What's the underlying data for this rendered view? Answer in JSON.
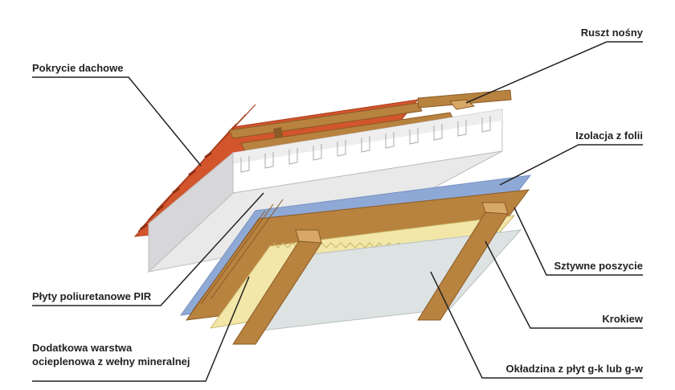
{
  "labels": {
    "ruszt": "Ruszt nośny",
    "pokrycie": "Pokrycie dachowe",
    "izolacja": "Izolacja z folii",
    "poszycie": "Sztywne poszycie",
    "pir": "Płyty poliuretanowe PIR",
    "krokiew": "Krokiew",
    "dodatkowa_line1": "Dodatkowa warstwa",
    "dodatkowa_line2": "ocieplenowa z wełny mineralnej",
    "okladzina": "Okładzina z płyt g-k lub g-w"
  },
  "colors": {
    "tile": "#d2552c",
    "tile_dark": "#a83b1c",
    "wood": "#b8823f",
    "wood_dark": "#8a5a26",
    "wood_light": "#d7a866",
    "pir_face": "#e9e9ea",
    "pir_side": "#d7d7d9",
    "foil": "#8fa9d6",
    "wool": "#f2e7a8",
    "board": "#dde2e2",
    "line": "#222222"
  }
}
